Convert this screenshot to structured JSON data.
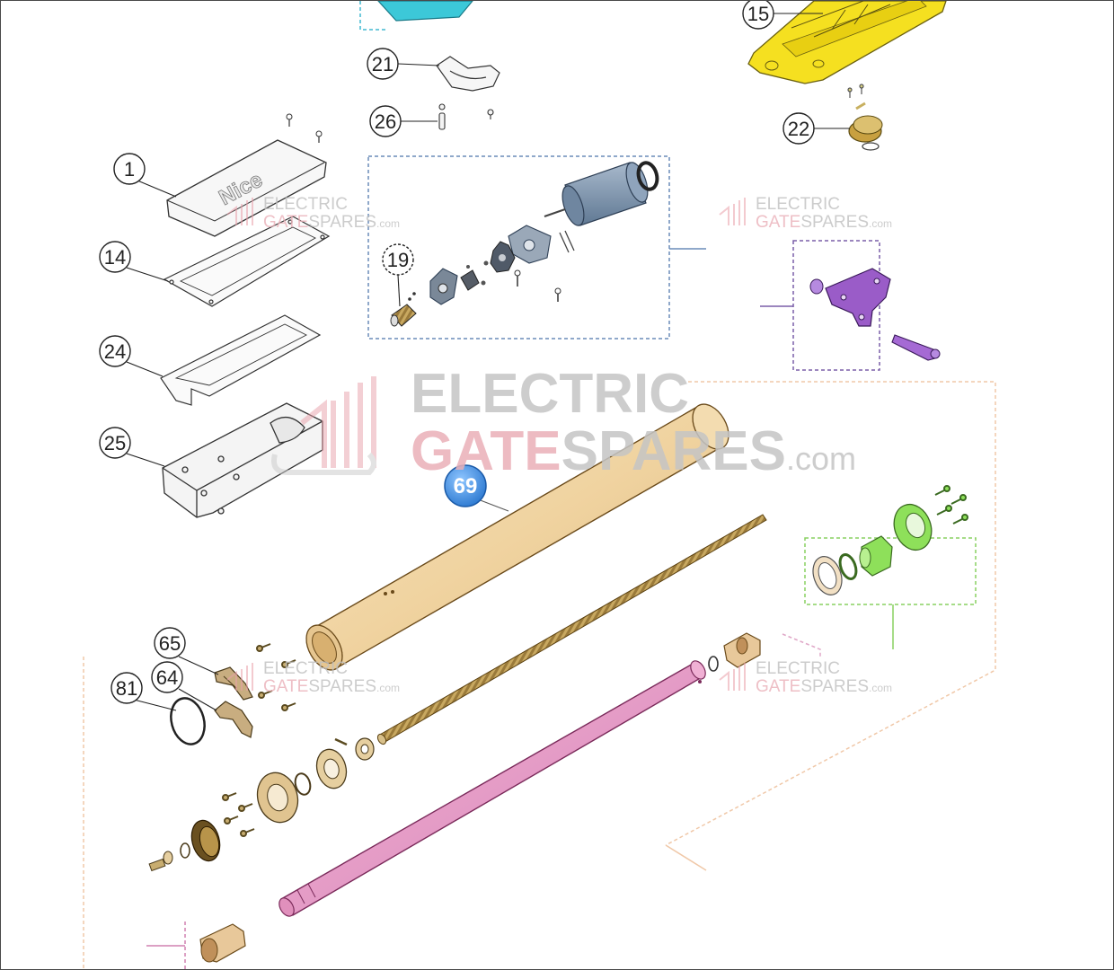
{
  "diagram": {
    "callouts": [
      {
        "id": "15",
        "label": "15"
      },
      {
        "id": "21",
        "label": "21"
      },
      {
        "id": "26",
        "label": "26"
      },
      {
        "id": "1",
        "label": "1"
      },
      {
        "id": "22",
        "label": "22"
      },
      {
        "id": "14",
        "label": "14"
      },
      {
        "id": "19",
        "label": "19"
      },
      {
        "id": "24",
        "label": "24"
      },
      {
        "id": "25",
        "label": "25"
      },
      {
        "id": "65",
        "label": "65"
      },
      {
        "id": "64",
        "label": "64"
      },
      {
        "id": "81",
        "label": "81"
      }
    ],
    "highlight_badge": {
      "label": "69",
      "color": "#3d8fe0"
    },
    "cover_brand_text": "Nice",
    "watermark": {
      "line1": "ELECTRIC",
      "line2_a": "GATE",
      "line2_b": "SPARES",
      "suffix": ".com",
      "accent_color": "#e8a0aa",
      "gray_color": "#b5b5b5"
    },
    "part_colors": {
      "housing_yellow": "#f5e020",
      "cyan_part": "#3cc8d8",
      "motor_blue": "#7d93ad",
      "bracket_purple": "#9a5cc8",
      "tube_tan": "#f2d8a8",
      "tube_pink": "#e49ac4",
      "green_parts": "#8ee05a"
    }
  }
}
